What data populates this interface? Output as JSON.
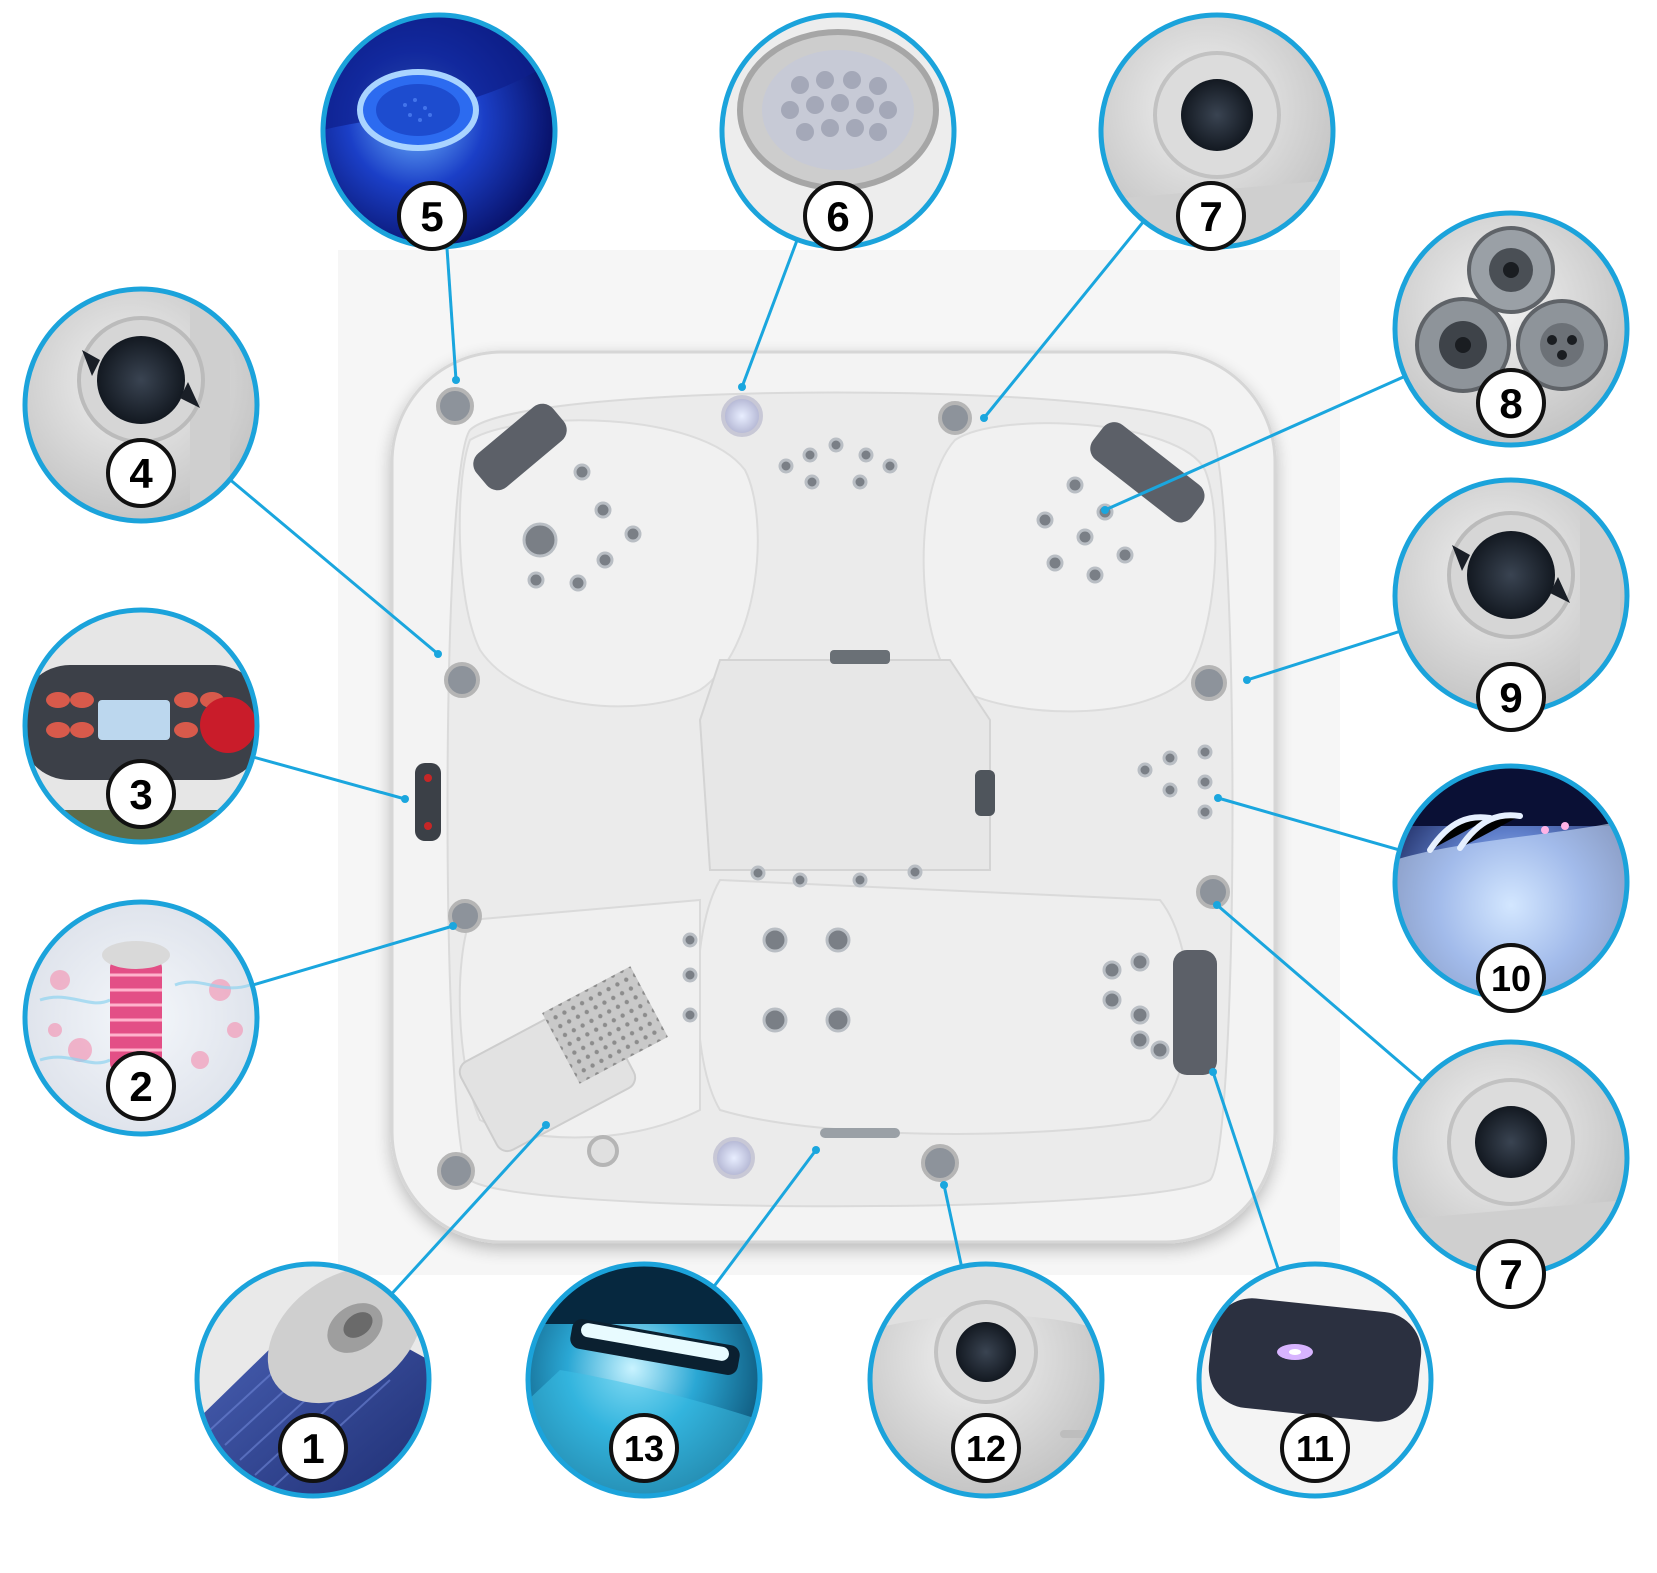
{
  "colors": {
    "leader": "#1aa6de",
    "ring": "#1ba3db",
    "badge_fill": "#ffffff",
    "badge_stroke": "#111111",
    "shell": "#f3f3f3",
    "shell_edge": "#d9d9d9",
    "backdrop": "#f6f6f6",
    "jet": "#7a7f86",
    "pillow": "#5b6068"
  },
  "callouts": [
    {
      "id": "filter",
      "label": "1",
      "icon": "filter-cartridge-icon"
    },
    {
      "id": "ozonator",
      "label": "2",
      "icon": "ozone-icon"
    },
    {
      "id": "control-panel",
      "label": "3",
      "icon": "control-panel-icon"
    },
    {
      "id": "air-control-left",
      "label": "4",
      "icon": "air-valve-icon"
    },
    {
      "id": "led-cupholder",
      "label": "5",
      "icon": "led-cupholder-icon"
    },
    {
      "id": "light-top",
      "label": "6",
      "icon": "spa-light-icon"
    },
    {
      "id": "diverter-top",
      "label": "7",
      "icon": "diverter-valve-icon"
    },
    {
      "id": "jets",
      "label": "8",
      "icon": "jet-cluster-icon"
    },
    {
      "id": "air-control-right",
      "label": "9",
      "icon": "air-valve-icon"
    },
    {
      "id": "led-waterfall-jets",
      "label": "10",
      "icon": "led-jets-icon"
    },
    {
      "id": "diverter-right",
      "label": "7",
      "icon": "diverter-valve-icon"
    },
    {
      "id": "headrest",
      "label": "11",
      "icon": "headrest-pillow-icon"
    },
    {
      "id": "diverter-bottom",
      "label": "12",
      "icon": "diverter-valve-icon"
    },
    {
      "id": "waterfall",
      "label": "13",
      "icon": "waterfall-icon"
    }
  ]
}
